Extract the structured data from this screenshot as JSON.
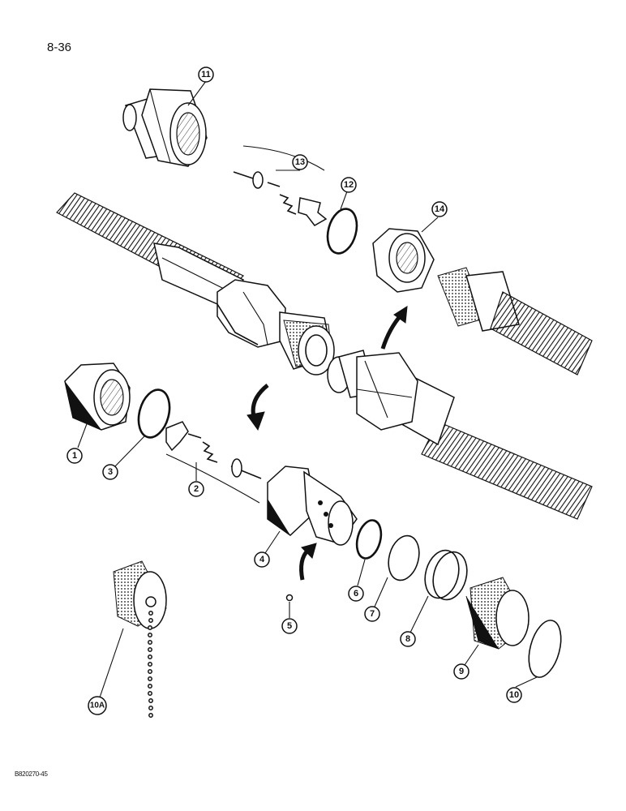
{
  "page": {
    "number": "8-36",
    "figure_code": "B820270-45"
  },
  "callouts": {
    "c1": "1",
    "c2": "2",
    "c3": "3",
    "c4": "4",
    "c5": "5",
    "c6": "6",
    "c7": "7",
    "c8": "8",
    "c9": "9",
    "c10": "10",
    "c10a": "10A",
    "c11": "11",
    "c12": "12",
    "c13": "13",
    "c14": "14"
  },
  "colors": {
    "ink": "#111111",
    "paper": "#ffffff"
  }
}
